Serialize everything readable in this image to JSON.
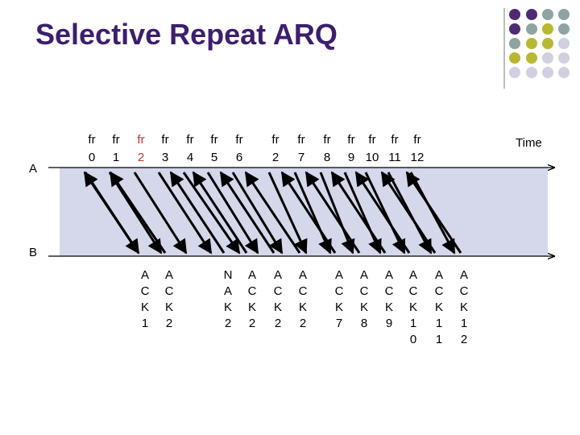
{
  "title": "Selective Repeat ARQ",
  "time_label": "Time",
  "sender_label": "A",
  "receiver_label": "B",
  "colors": {
    "title": "#3d1e6e",
    "band": "#d5d7eb",
    "highlight_frame": "#cc3333",
    "dot_purple": "#4f2a72",
    "dot_olive": "#b8b832",
    "dot_teal": "#8fa3a3",
    "dot_lavender": "#d0d0e0"
  },
  "frames": [
    {
      "top": "fr",
      "bottom": "0",
      "highlight": false
    },
    {
      "top": "fr",
      "bottom": "1",
      "highlight": false
    },
    {
      "top": "fr",
      "bottom": "2",
      "highlight": true
    },
    {
      "top": "fr",
      "bottom": "3",
      "highlight": false
    },
    {
      "top": "fr",
      "bottom": "4",
      "highlight": false
    },
    {
      "top": "fr",
      "bottom": "5",
      "highlight": false
    },
    {
      "top": "fr",
      "bottom": "6",
      "highlight": false
    },
    {
      "top": "fr",
      "bottom": "2",
      "highlight": false
    },
    {
      "top": "fr",
      "bottom": "7",
      "highlight": false
    },
    {
      "top": "fr",
      "bottom": "8",
      "highlight": false
    },
    {
      "top": "fr",
      "bottom": "9",
      "highlight": false
    },
    {
      "top": "fr",
      "bottom": "10",
      "highlight": false
    },
    {
      "top": "fr",
      "bottom": "11",
      "highlight": false
    },
    {
      "top": "fr",
      "bottom": "12",
      "highlight": false
    }
  ],
  "acks": [
    {
      "lines": [
        "A",
        "C",
        "K",
        "1"
      ]
    },
    {
      "lines": [
        "A",
        "C",
        "K",
        "2"
      ]
    },
    {
      "lines": [
        "N",
        "A",
        "K",
        "2"
      ]
    },
    {
      "lines": [
        "A",
        "C",
        "K",
        "2"
      ]
    },
    {
      "lines": [
        "A",
        "C",
        "K",
        "2"
      ]
    },
    {
      "lines": [
        "A",
        "C",
        "K",
        "2"
      ]
    },
    {
      "lines": [
        "A",
        "C",
        "K",
        "7"
      ]
    },
    {
      "lines": [
        "A",
        "C",
        "K",
        "8"
      ]
    },
    {
      "lines": [
        "A",
        "C",
        "K",
        "9"
      ]
    },
    {
      "lines": [
        "A",
        "C",
        "K",
        "1",
        "0"
      ]
    },
    {
      "lines": [
        "A",
        "C",
        "K",
        "1",
        "1"
      ]
    },
    {
      "lines": [
        "A",
        "C",
        "K",
        "1",
        "2"
      ]
    }
  ]
}
